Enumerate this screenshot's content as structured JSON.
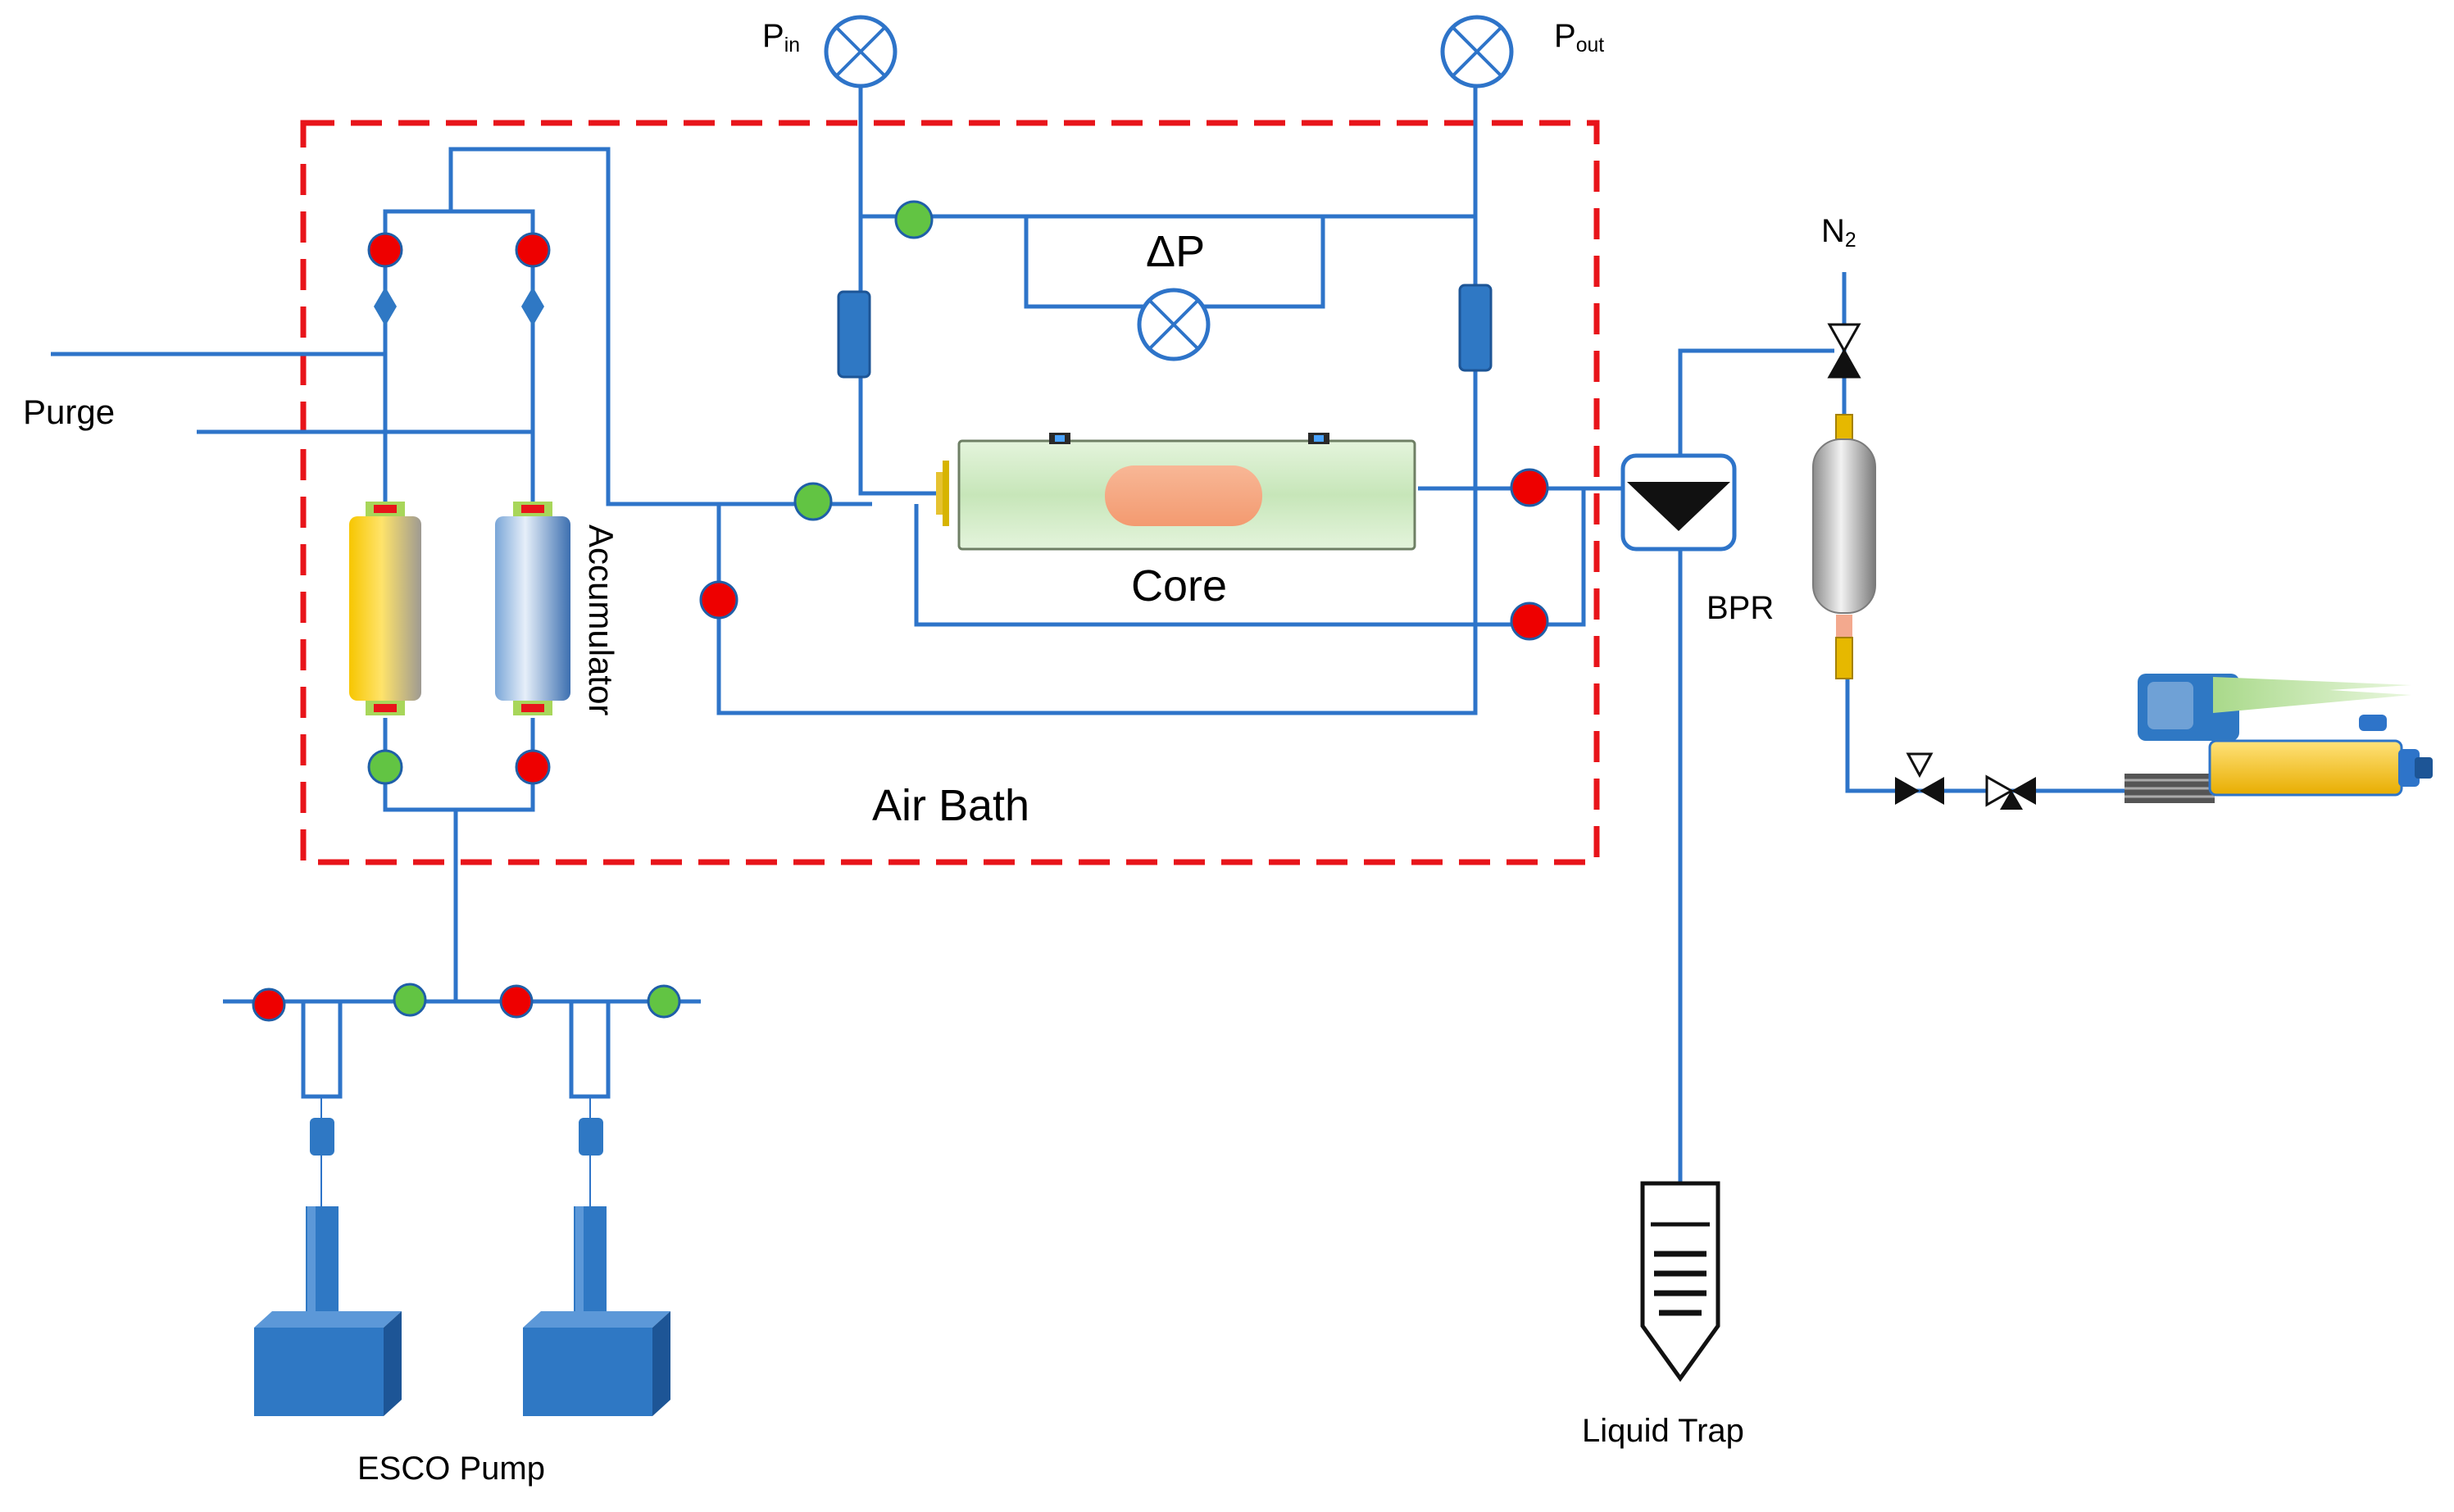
{
  "labels": {
    "p_in_main": "P",
    "p_in_sub": "in",
    "p_out_main": "P",
    "p_out_sub": "out",
    "delta_p": "ΔP",
    "n2_main": "N",
    "n2_sub": "2",
    "purge": "Purge",
    "accumulator": "Accumulator",
    "core": "Core",
    "air_bath": "Air Bath",
    "bpr": "BPR",
    "liquid_trap": "Liquid Trap",
    "esco_pump": "ESCO Pump"
  },
  "colors": {
    "pipe": "#2e74c9",
    "air_bath_border": "#e8141a",
    "valve_open": "#62c443",
    "valve_closed": "#ee0000",
    "pump_body": "#2f78c4",
    "core_holder": "#cfe8c4",
    "core_sample": "#f6a782"
  }
}
